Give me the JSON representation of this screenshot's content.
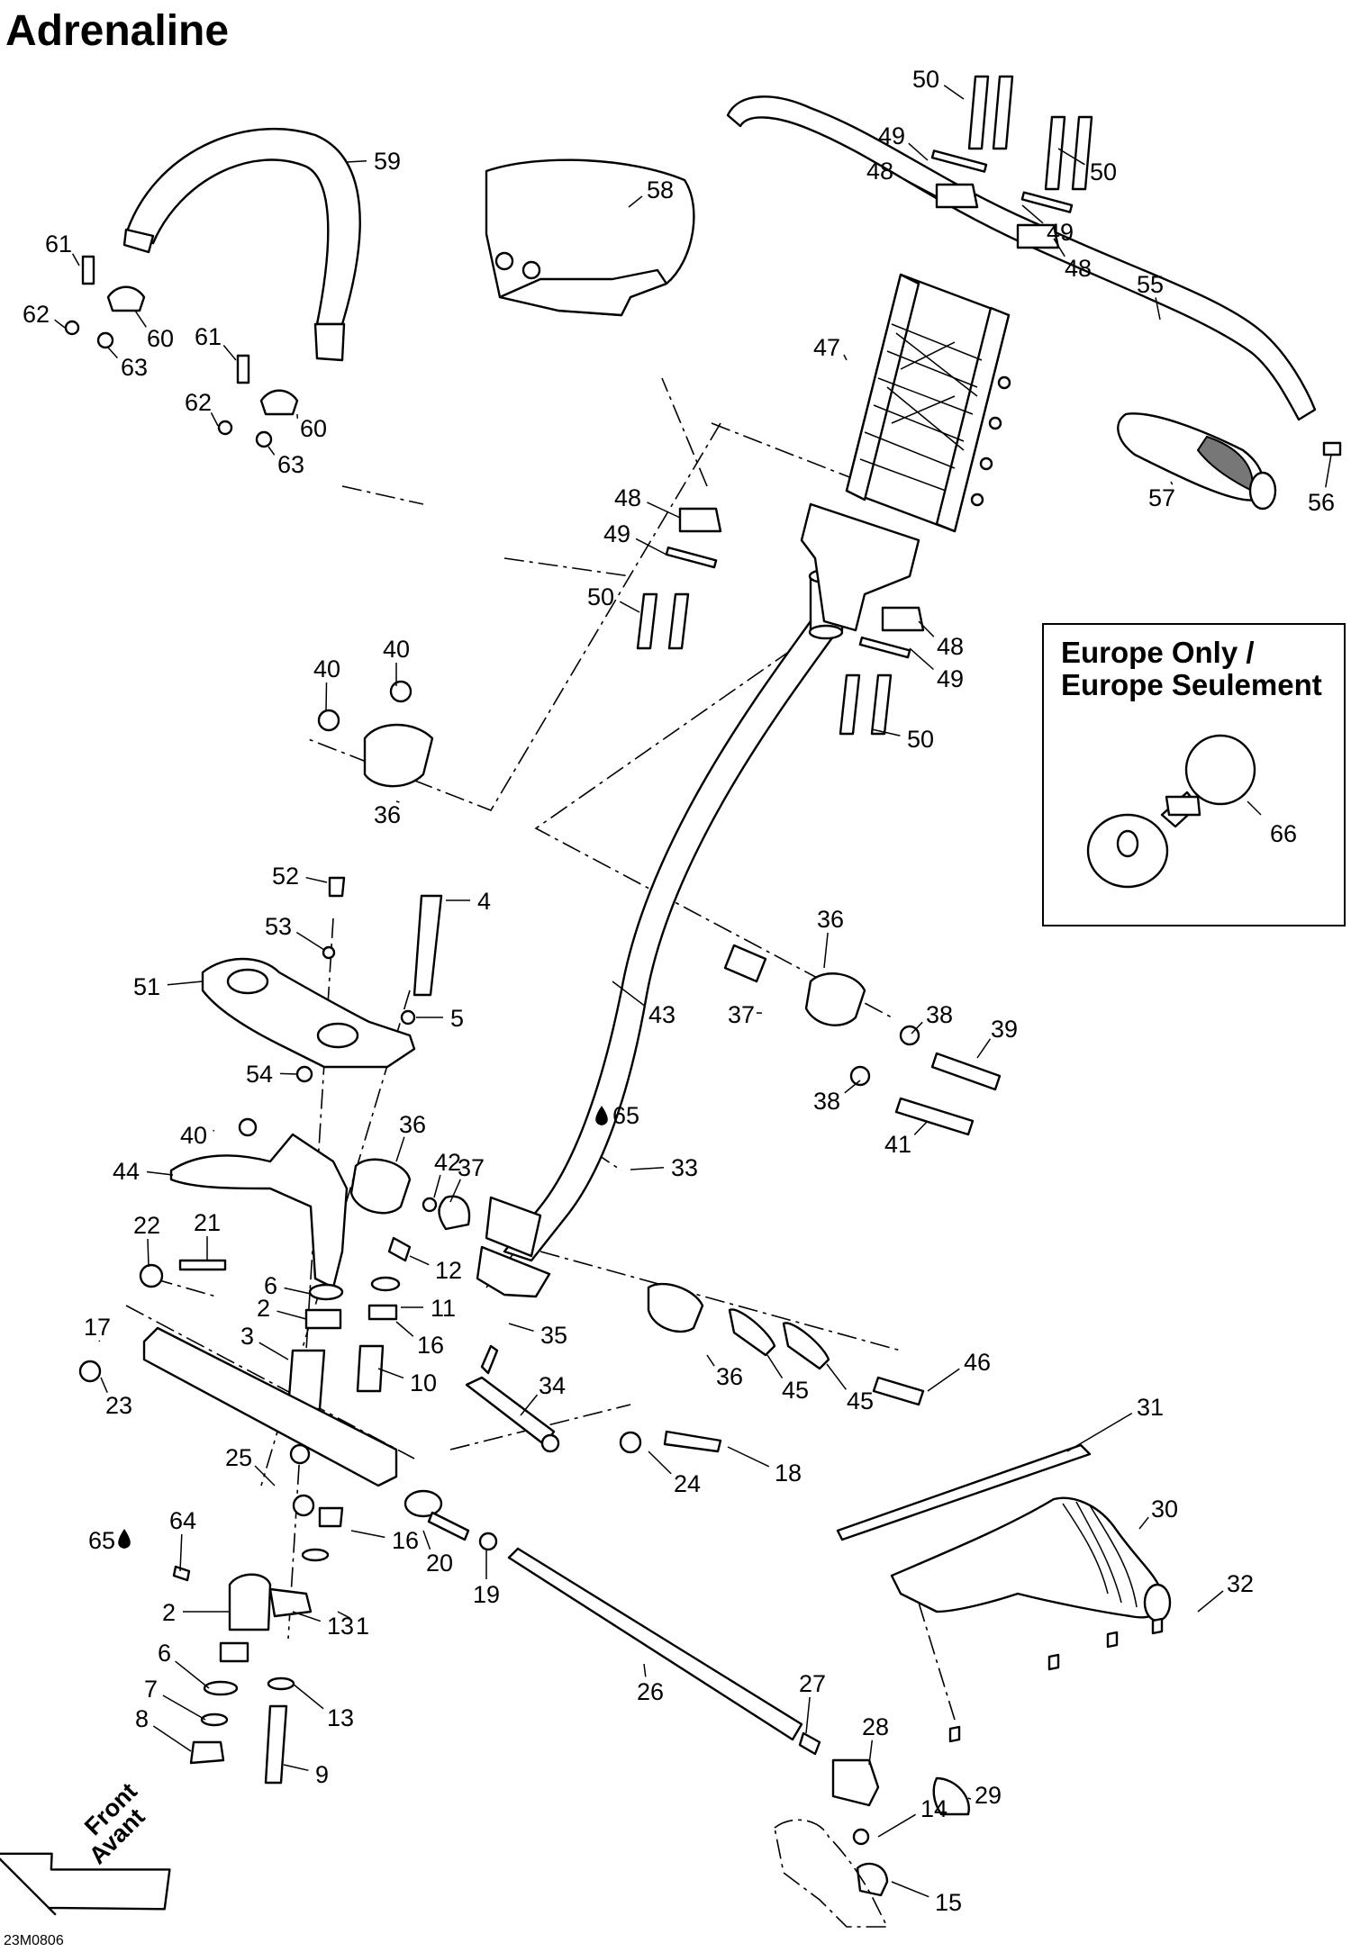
{
  "title": "Adrenaline",
  "inset_box": {
    "line1": "Europe Only /",
    "line2": "Europe Seulement",
    "part_label": "66"
  },
  "front_arrow": {
    "line1": "Front",
    "line2": "Avant"
  },
  "ref_code": "23M0806",
  "lubricant_label": "65",
  "part_labels": [
    "1",
    "2",
    "2",
    "3",
    "4",
    "5",
    "6",
    "6",
    "7",
    "8",
    "9",
    "10",
    "11",
    "12",
    "13",
    "13",
    "14",
    "15",
    "16",
    "16",
    "17",
    "18",
    "19",
    "20",
    "21",
    "22",
    "23",
    "24",
    "25",
    "26",
    "27",
    "28",
    "29",
    "30",
    "31",
    "32",
    "33",
    "34",
    "35",
    "36",
    "36",
    "36",
    "36",
    "37",
    "37",
    "38",
    "38",
    "39",
    "40",
    "40",
    "40",
    "41",
    "42",
    "43",
    "44",
    "45",
    "45",
    "46",
    "47",
    "48",
    "48",
    "48",
    "48",
    "49",
    "49",
    "49",
    "49",
    "50",
    "50",
    "50",
    "50",
    "51",
    "52",
    "53",
    "54",
    "55",
    "56",
    "57",
    "58",
    "59",
    "60",
    "60",
    "61",
    "61",
    "62",
    "62",
    "63",
    "63",
    "64"
  ]
}
